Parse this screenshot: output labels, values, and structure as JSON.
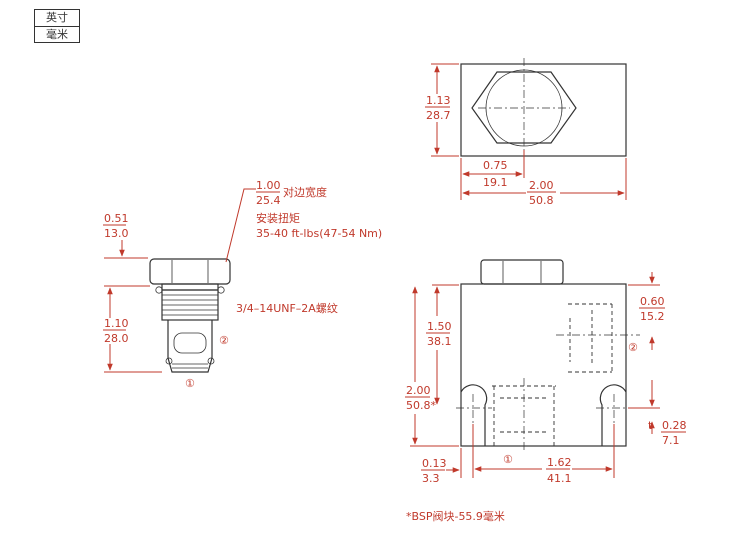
{
  "unit_toggle": {
    "inch": "英寸",
    "mm": "毫米"
  },
  "colors": {
    "dimension": "#c0392b",
    "part_line": "#333333"
  },
  "cartridge_view": {
    "hex_size": {
      "inch": "1.00",
      "mm": "25.4",
      "label": "对边宽度"
    },
    "torque": {
      "title": "安装扭矩",
      "value": "35-40 ft-lbs(47-54 Nm)"
    },
    "top_height": {
      "inch": "0.51",
      "mm": "13.0"
    },
    "body_length": {
      "inch": "1.10",
      "mm": "28.0"
    },
    "thread": "3/4–14UNF–2A螺纹",
    "port1": "①",
    "port2": "②"
  },
  "block_top_view": {
    "height": {
      "inch": "1.13",
      "mm": "28.7"
    },
    "hex_offset": {
      "inch": "0.75",
      "mm": "19.1"
    },
    "width": {
      "inch": "2.00",
      "mm": "50.8"
    }
  },
  "block_front_view": {
    "center_height": {
      "inch": "1.50",
      "mm": "38.1"
    },
    "port2_offset": {
      "inch": "0.60",
      "mm": "15.2"
    },
    "block_height": {
      "inch": "2.00",
      "mm": "50.8*"
    },
    "hole_offset": {
      "inch": "0.28",
      "mm": "7.1"
    },
    "edge_offset": {
      "inch": "0.13",
      "mm": "3.3"
    },
    "hole_spacing": {
      "inch": "1.62",
      "mm": "41.1"
    },
    "port1": "①",
    "port2": "②"
  },
  "footnote": "*BSP阀块-55.9毫米"
}
